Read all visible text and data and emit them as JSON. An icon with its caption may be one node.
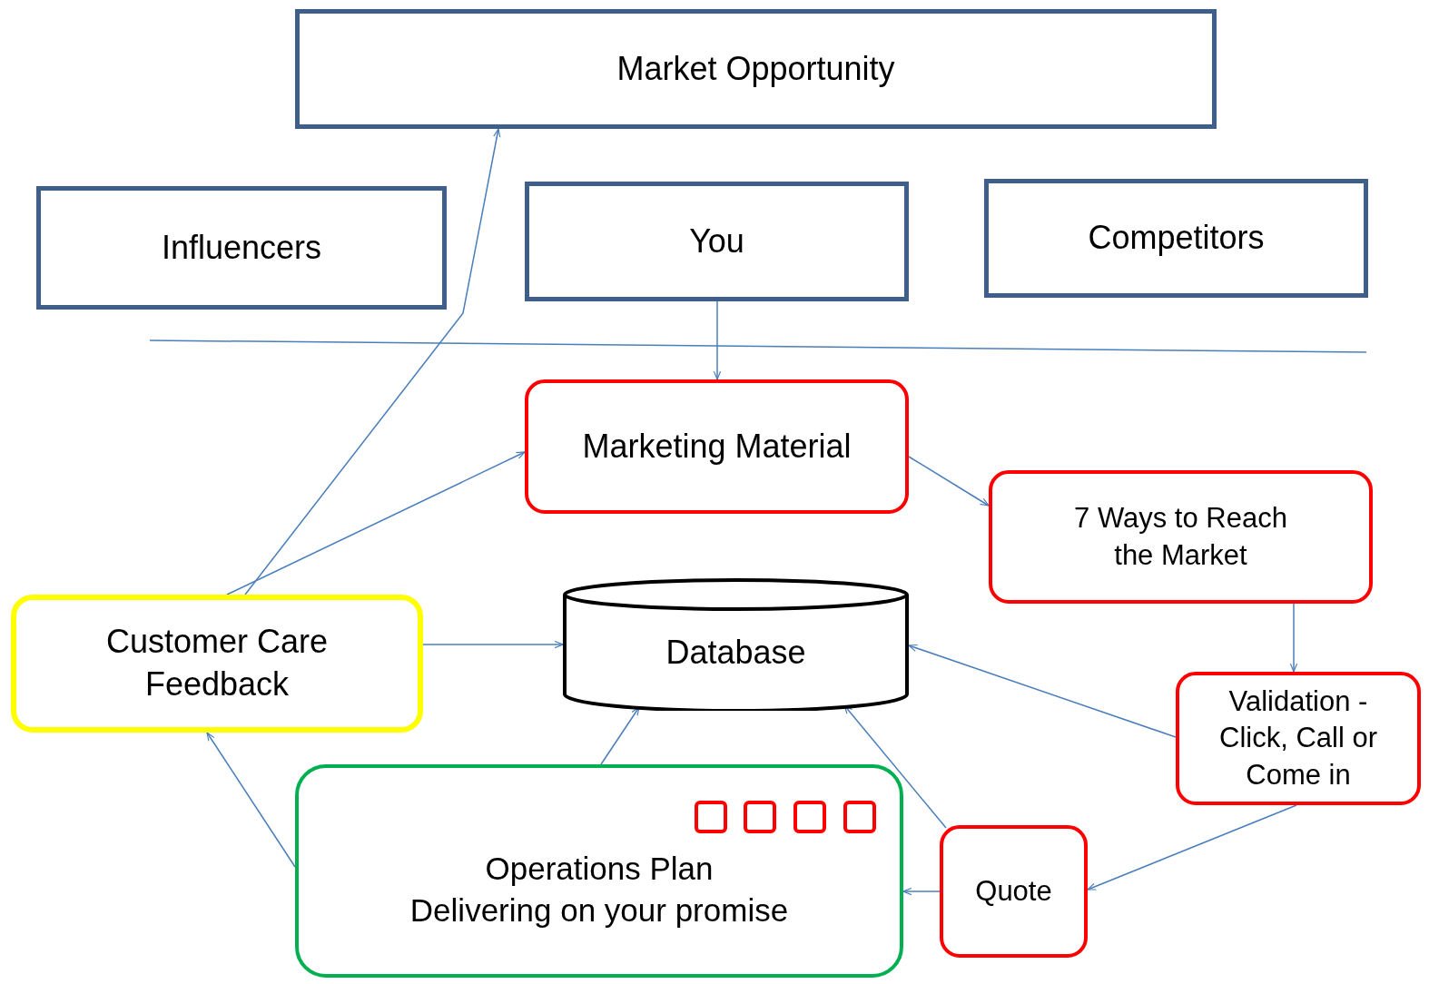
{
  "diagram": {
    "nodes": [
      {
        "text": [
          "Market Opportunity"
        ]
      },
      {
        "text": [
          "Influencers"
        ]
      },
      {
        "text": [
          "You"
        ]
      },
      {
        "text": [
          "Competitors"
        ]
      },
      {
        "text": [
          "Marketing Material"
        ]
      },
      {
        "text": [
          "7 Ways to Reach the Market"
        ]
      },
      {
        "text": [
          "Customer Care Feedback"
        ]
      },
      {
        "text": [
          "Database"
        ]
      },
      {
        "text": [
          "Validation - Click, Call or Come in"
        ]
      },
      {
        "text": [
          "Operations Plan",
          "Delivering on your promise"
        ]
      },
      {
        "text": [],
        "shape": "box",
        "in": 9
      },
      {
        "text": [],
        "shape": "box",
        "in": 9
      },
      {
        "text": [],
        "shape": "box",
        "in": 9
      },
      {
        "text": [],
        "shape": "box",
        "in": 9
      },
      {
        "text": [
          "Quote"
        ]
      }
    ],
    "edges": [
      {
        "from": 2,
        "to": 4,
        "arrow": "to"
      },
      {
        "from": 6,
        "to": 0,
        "arrow": "to"
      },
      {
        "from": 6,
        "to": 4,
        "arrow": "to"
      },
      {
        "from": 4,
        "to": 5,
        "arrow": "to"
      },
      {
        "from": 5,
        "to": 8,
        "arrow": "to"
      },
      {
        "from": 8,
        "to": 7,
        "arrow": "to"
      },
      {
        "from": 8,
        "to": 14,
        "arrow": "to"
      },
      {
        "from": 14,
        "to": 7,
        "arrow": "to"
      },
      {
        "from": 14,
        "to": 9,
        "arrow": "to"
      },
      {
        "from": 9,
        "to": 7,
        "arrow": "to"
      },
      {
        "from": 9,
        "to": 6,
        "arrow": "to"
      },
      {
        "from": 6,
        "to": 7,
        "arrow": "to"
      }
    ]
  }
}
